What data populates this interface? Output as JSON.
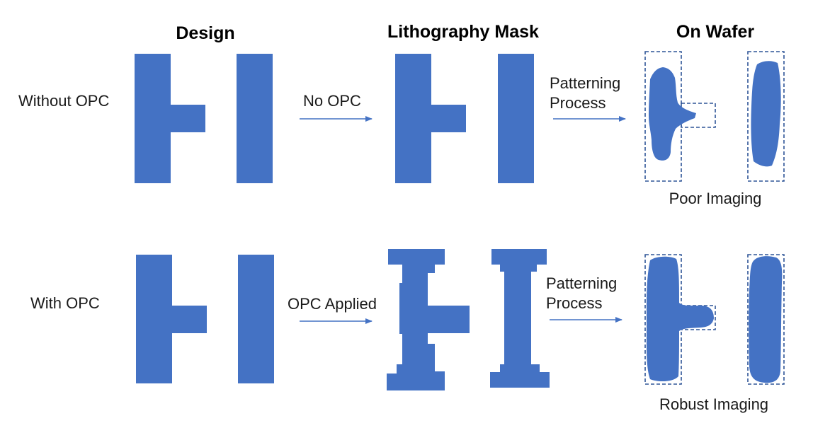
{
  "columns": {
    "design": "Design",
    "mask": "Lithography Mask",
    "wafer": "On Wafer"
  },
  "rows": {
    "without": {
      "label": "Without OPC",
      "step_label": "No OPC",
      "process_line1": "Patterning",
      "process_line2": "Process",
      "result": "Poor Imaging"
    },
    "with": {
      "label": "With OPC",
      "step_label": "OPC Applied",
      "process_line1": "Patterning",
      "process_line2": "Process",
      "result": "Robust Imaging"
    }
  },
  "colors": {
    "shape_fill": "#4472c4",
    "outline": "#2f5597",
    "arrow": "#4472c4"
  }
}
